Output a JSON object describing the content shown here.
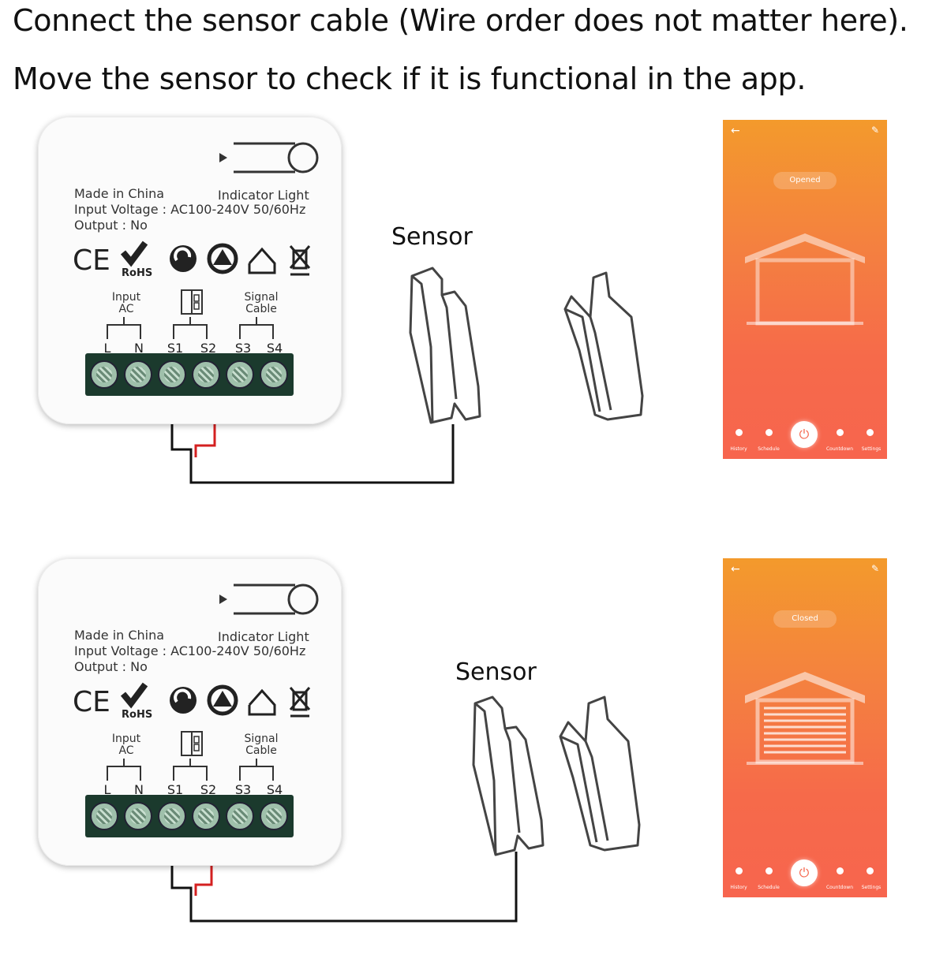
{
  "instructions": {
    "line1": "Connect the sensor cable (Wire order does not matter here).",
    "line2": "Move the sensor to check if it is functional in the app."
  },
  "module": {
    "made_in": "Made in China",
    "input_voltage": "Input Voltage : AC100-240V 50/60Hz",
    "output": "Output : No",
    "indicator": "Indicator Light",
    "ce": "CE",
    "rohs": "RoHS",
    "input_label_1": "Input",
    "input_label_2": "AC",
    "signal_label_1": "Signal",
    "signal_label_2": "Cable",
    "terminals": [
      "L",
      "N",
      "S1",
      "S2",
      "S3",
      "S4"
    ]
  },
  "sensor_label": "Sensor",
  "app": {
    "top_status": "Opened",
    "bottom_status": "Closed",
    "tabs": [
      "History",
      "Schedule",
      "Countdown",
      "Settings"
    ]
  },
  "colors": {
    "app_gradient_top": "#f39a2c",
    "app_gradient_bottom": "#f7654e",
    "terminal_block": "#1b3a2d",
    "wire_red": "#d42020",
    "wire_black": "#111111"
  }
}
